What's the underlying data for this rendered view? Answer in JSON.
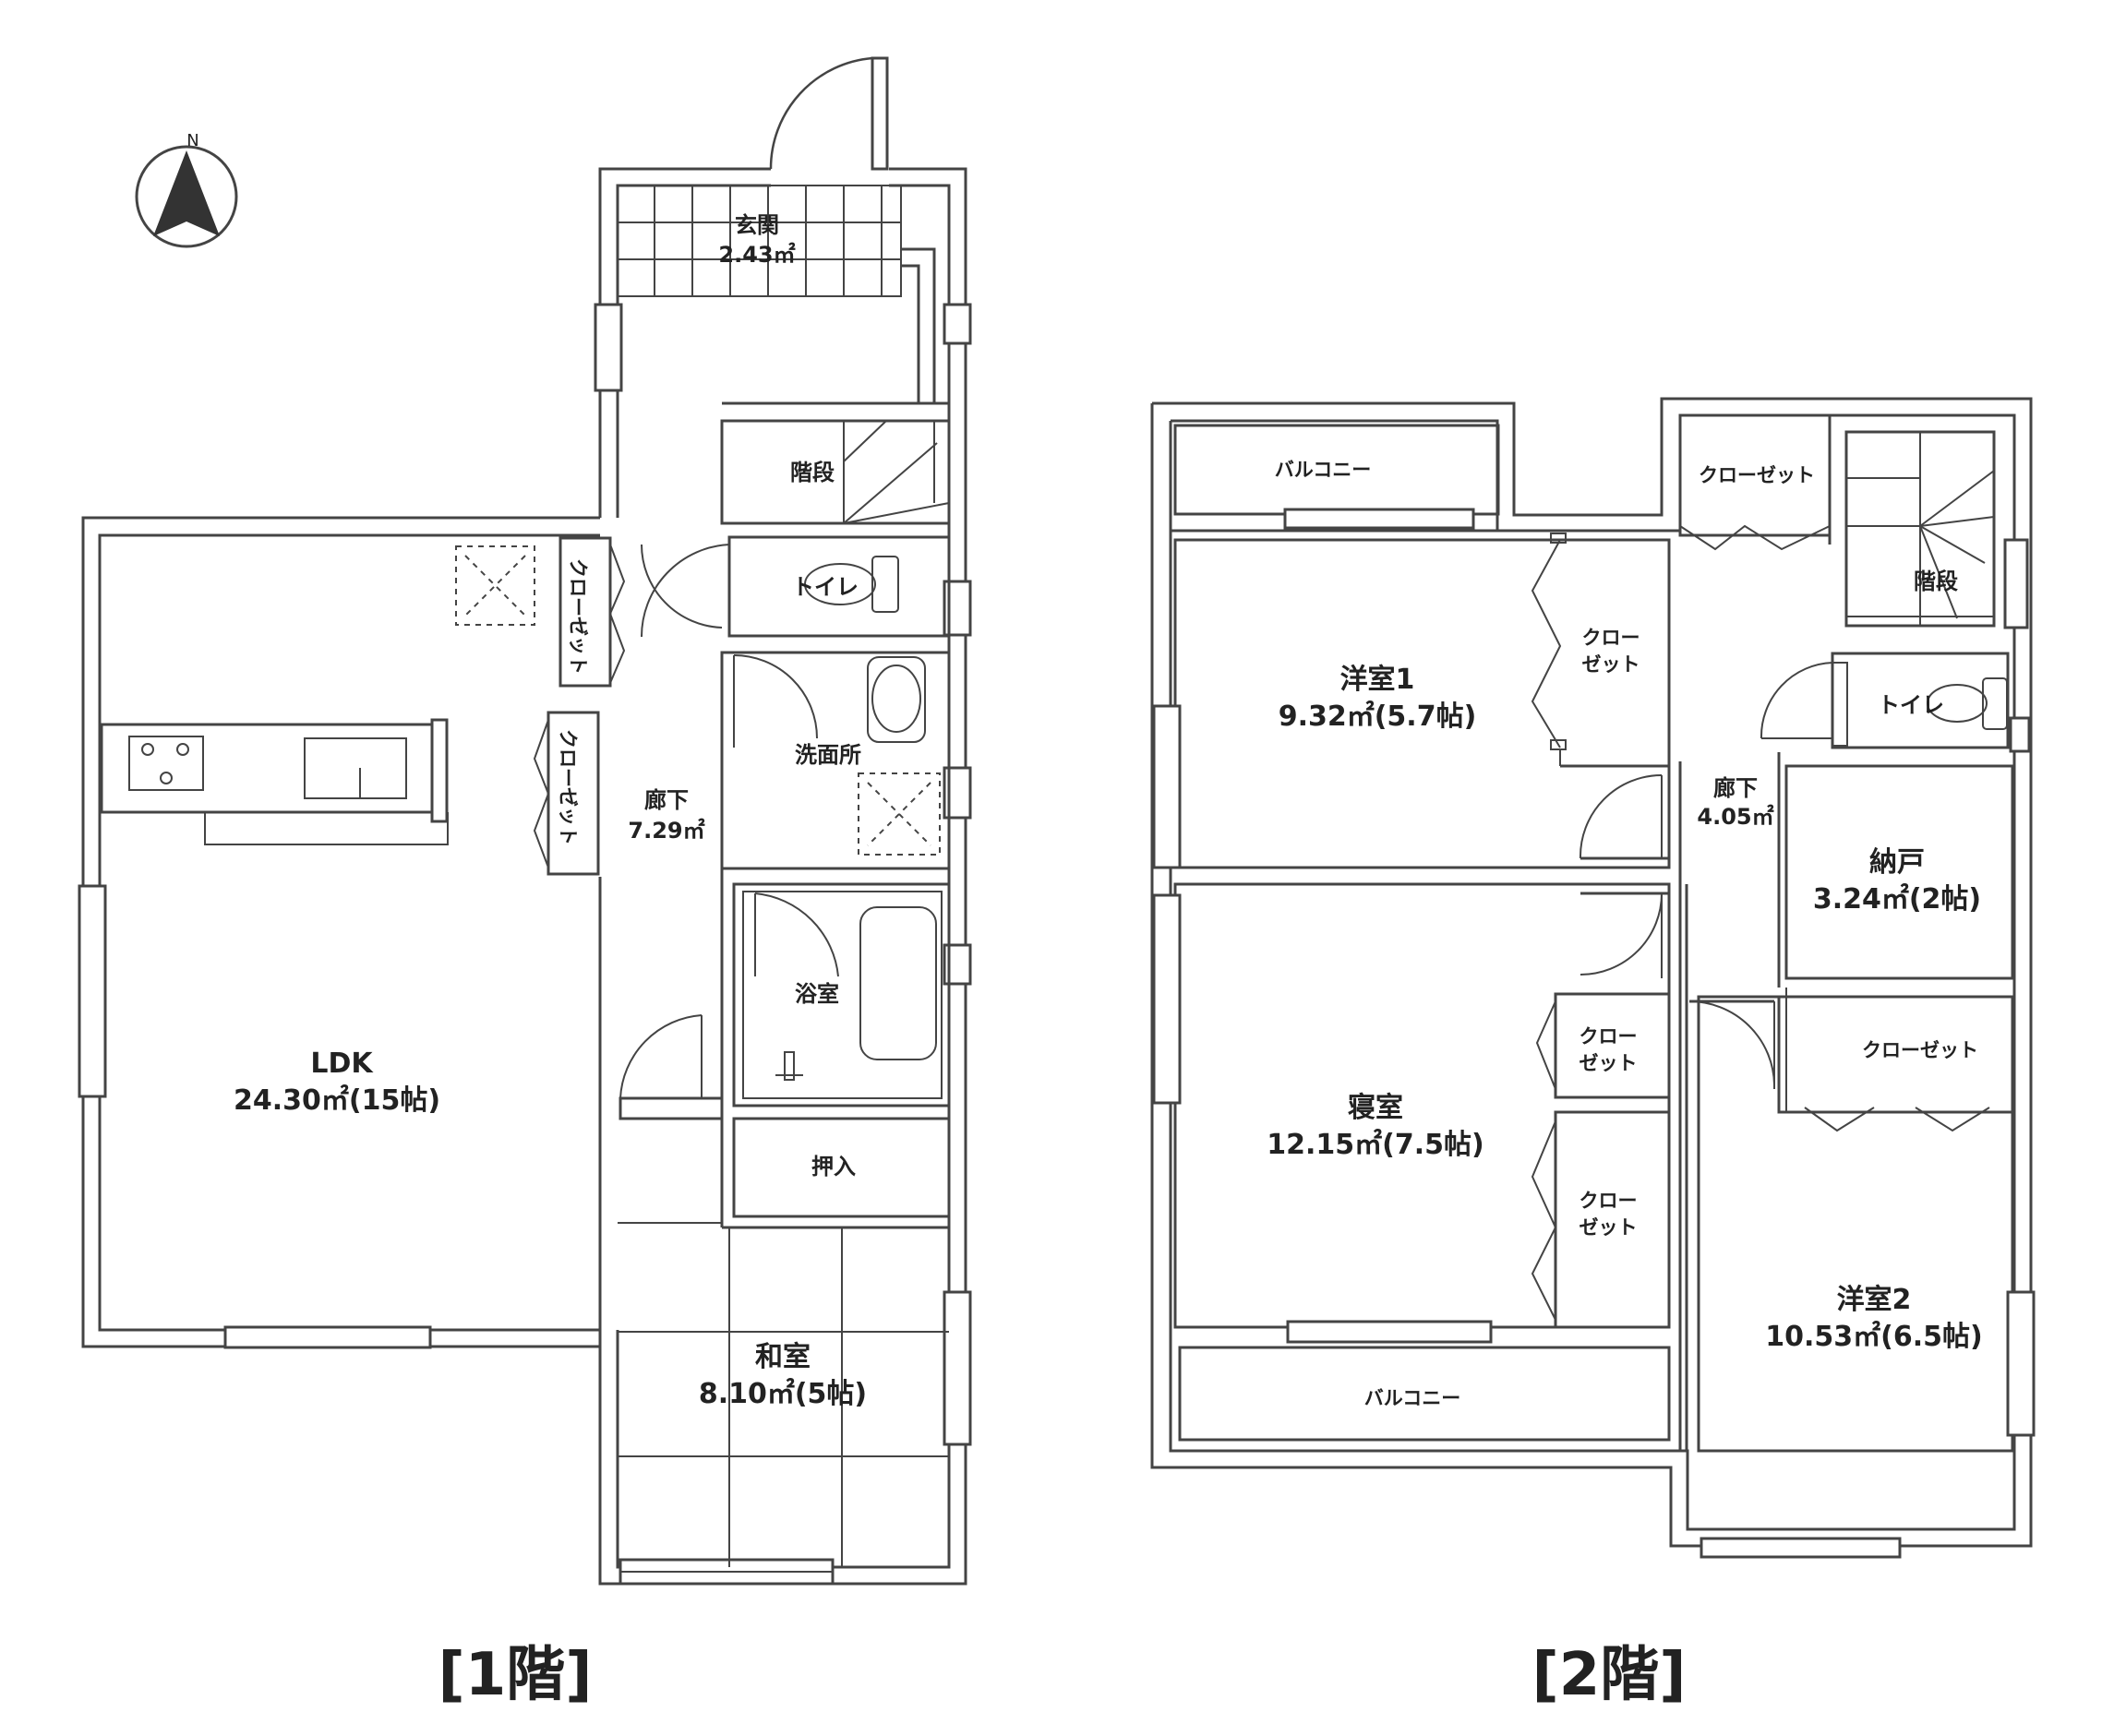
{
  "compass": {
    "north": "N"
  },
  "floor1": {
    "title": "[1階]",
    "entrance": {
      "name": "玄関",
      "area": "2.43㎡"
    },
    "stairs": "階段",
    "toilet": "トイレ",
    "closet_a": "クローゼット",
    "closet_b": "クローゼット",
    "washroom": "洗面所",
    "hall": {
      "name": "廊下",
      "area": "7.29㎡"
    },
    "bath": "浴室",
    "oshiire": "押入",
    "ldk": {
      "name": "LDK",
      "area": "24.30㎡(15帖)"
    },
    "washitsu": {
      "name": "和室",
      "area": "8.10㎡(5帖)"
    }
  },
  "floor2": {
    "title": "[2階]",
    "balcony_top": "バルコニー",
    "balcony_bottom": "バルコニー",
    "closet_top": "クローゼット",
    "stairs": "階段",
    "toilet": "トイレ",
    "room1": {
      "name": "洋室1",
      "area": "9.32㎡(5.7帖)"
    },
    "closet_room1": [
      "クロー",
      "ゼット"
    ],
    "hall": {
      "name": "廊下",
      "area": "4.05㎡"
    },
    "storage": {
      "name": "納戸",
      "area": "3.24㎡(2帖)"
    },
    "bedroom": {
      "name": "寝室",
      "area": "12.15㎡(7.5帖)"
    },
    "closet_bed1": [
      "クロー",
      "ゼット"
    ],
    "closet_bed2": [
      "クロー",
      "ゼット"
    ],
    "closet_room2": "クローゼット",
    "room2": {
      "name": "洋室2",
      "area": "10.53㎡(6.5帖)"
    }
  }
}
